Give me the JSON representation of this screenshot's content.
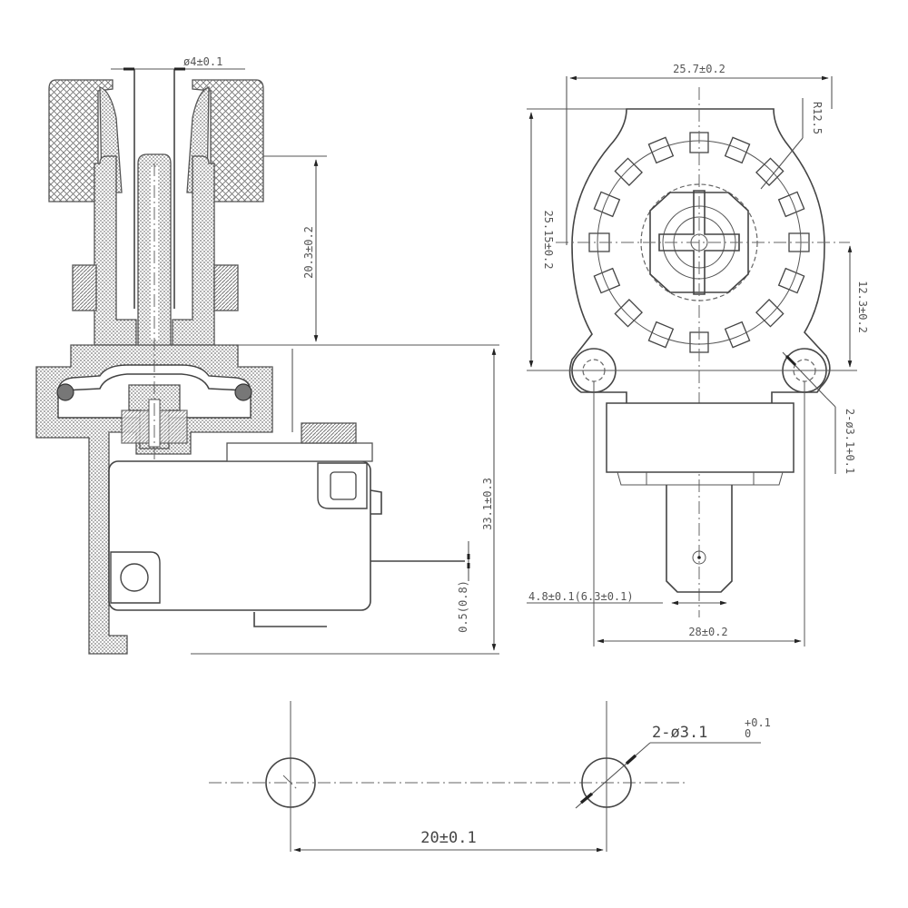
{
  "drawing": {
    "subject": "Pressure switch with microswitch — technical dimension drawing",
    "views": {
      "side_section": {
        "dims": {
          "shaft_dia": "ø4±0.1",
          "stem_height": "20.3±0.2",
          "overall_height": "33.1±0.3",
          "lever_offset": "0.5(0.8)"
        }
      },
      "front": {
        "dims": {
          "overall_width": "25.7±0.2",
          "radius": "R12.5",
          "body_height": "25.15±0.2",
          "center_to_mount": "12.3±0.2",
          "mount_holes": "2-ø3.1+0.1",
          "terminal_width": "4.8±0.1(6.3±0.1)",
          "mount_spacing": "28±0.2"
        }
      },
      "mounting_pattern": {
        "dims": {
          "hole_callout": "2-ø3.1",
          "hole_tol_upper": "+0.1",
          "hole_tol_lower": "0",
          "hole_spacing": "20±0.1"
        }
      }
    }
  }
}
